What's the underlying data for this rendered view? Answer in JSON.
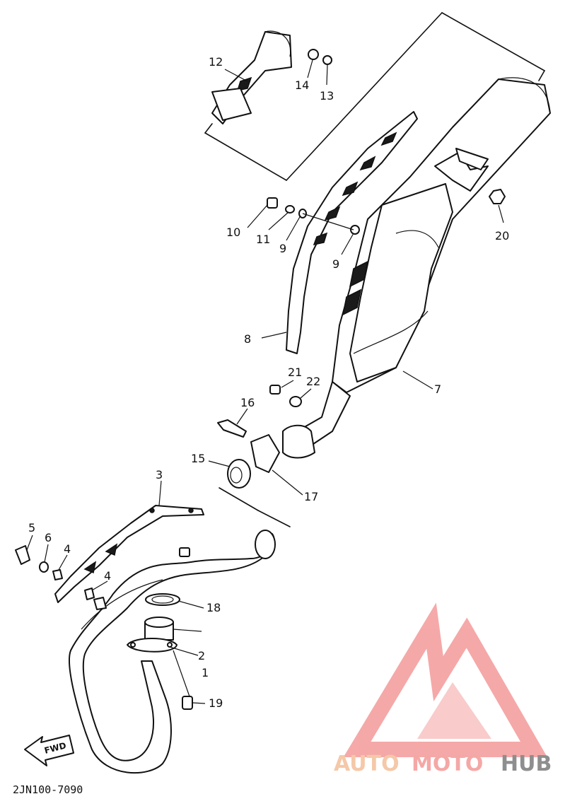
{
  "diagram": {
    "callouts": [
      "1",
      "2",
      "3",
      "4",
      "4",
      "5",
      "6",
      "7",
      "8",
      "9",
      "9",
      "10",
      "11",
      "12",
      "13",
      "14",
      "15",
      "16",
      "17",
      "18",
      "19",
      "20",
      "21",
      "22"
    ],
    "direction_label": "FWD",
    "drawing_code": "2JN100-7090"
  },
  "watermark": {
    "part1": "AUTO",
    "part2": "MOTO",
    "part3": "HUB",
    "colors": {
      "auto": "#F5C8A8",
      "moto": "#F4A8A6",
      "hub": "#8E8E8E",
      "logo": "#F49A9A"
    }
  }
}
